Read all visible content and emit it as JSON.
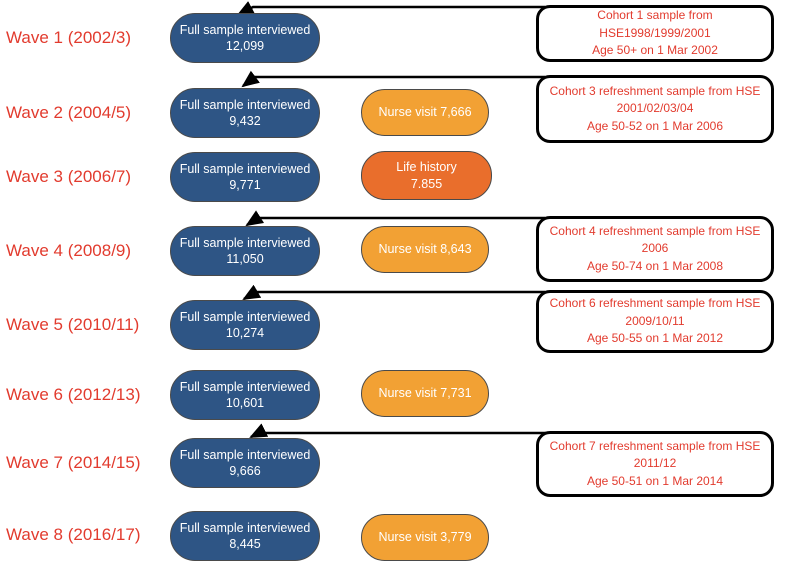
{
  "colors": {
    "wave_label_text": "#e23b2e",
    "full_sample_box": "#2e5585",
    "nurse_visit_box": "#f2a134",
    "life_history_box": "#e96e2c",
    "cohort_note_text": "#e23b2e",
    "cohort_note_border": "#000000",
    "arrow": "#000000",
    "pill_text": "#ffffff"
  },
  "waves": [
    {
      "label": "Wave 1 (2002/3)",
      "interview": {
        "title": "Full sample interviewed",
        "count": "12,099"
      }
    },
    {
      "label": "Wave 2 (2004/5)",
      "interview": {
        "title": "Full sample interviewed",
        "count": "9,432"
      },
      "visit": {
        "kind": "nurse-visit",
        "text": "Nurse visit 7,666"
      }
    },
    {
      "label": "Wave 3 (2006/7)",
      "interview": {
        "title": "Full sample interviewed",
        "count": "9,771"
      },
      "visit": {
        "kind": "life-history",
        "line1": "Life history",
        "line2": "7.855"
      }
    },
    {
      "label": "Wave 4 (2008/9)",
      "interview": {
        "title": "Full sample interviewed",
        "count": "11,050"
      },
      "visit": {
        "kind": "nurse-visit",
        "text": "Nurse visit 8,643"
      }
    },
    {
      "label": "Wave 5 (2010/11)",
      "interview": {
        "title": "Full sample interviewed",
        "count": "10,274"
      }
    },
    {
      "label": "Wave 6 (2012/13)",
      "interview": {
        "title": "Full sample interviewed",
        "count": "10,601"
      },
      "visit": {
        "kind": "nurse-visit",
        "text": "Nurse visit 7,731"
      }
    },
    {
      "label": "Wave 7 (2014/15)",
      "interview": {
        "title": "Full sample interviewed",
        "count": "9,666"
      }
    },
    {
      "label": "Wave 8 (2016/17)",
      "interview": {
        "title": "Full sample interviewed",
        "count": "8,445"
      },
      "visit": {
        "kind": "nurse-visit",
        "text": "Nurse visit 3,779"
      }
    }
  ],
  "cohorts": [
    {
      "arrow_points_to": "Wave 1 box",
      "line1": "Cohort 1 sample from HSE1998/1999/2001",
      "line2": "Age 50+ on 1 Mar 2002"
    },
    {
      "arrow_points_to": "Wave 2 box",
      "line1": "Cohort 3 refreshment sample from HSE",
      "line2": "2001/02/03/04",
      "line3": "Age 50-52 on 1 Mar 2006"
    },
    {
      "arrow_points_to": "Wave 4 box",
      "line1": "Cohort 4 refreshment sample from HSE",
      "line2": "2006",
      "line3": "Age 50-74 on 1 Mar 2008"
    },
    {
      "arrow_points_to": "Wave 5 box",
      "line1": "Cohort 6 refreshment sample from HSE",
      "line2": "2009/10/11",
      "line3": "Age 50-55 on 1 Mar 2012"
    },
    {
      "arrow_points_to": "Wave 7 box",
      "line1": "Cohort 7 refreshment sample from HSE",
      "line2": "2011/12",
      "line3": "Age 50-51 on 1 Mar 2014"
    }
  ]
}
